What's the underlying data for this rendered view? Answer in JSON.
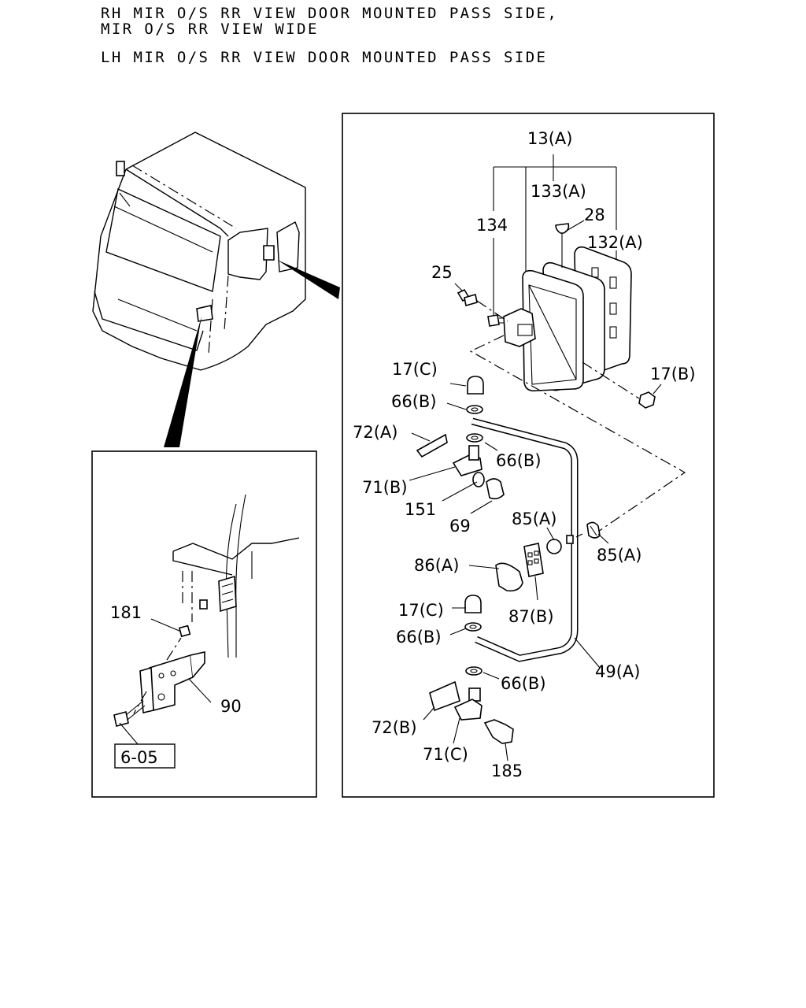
{
  "header": {
    "line1": "RH MIR O/S RR VIEW DOOR MOUNTED PASS SIDE,",
    "line2": "MIR O/S RR VIEW WIDE",
    "line3": "LH MIR O/S RR VIEW DOOR MOUNTED PASS SIDE"
  },
  "callouts": {
    "p13a": "13(A)",
    "p133a": "133(A)",
    "p134": "134",
    "p28": "28",
    "p132a": "132(A)",
    "p25": "25",
    "p17b": "17(B)",
    "p17c_top": "17(C)",
    "p66b_1": "66(B)",
    "p72a": "72(A)",
    "p66b_2": "66(B)",
    "p71b": "71(B)",
    "p151": "151",
    "p69": "69",
    "p85a_1": "85(A)",
    "p85a_2": "85(A)",
    "p86a": "86(A)",
    "p17c_bot": "17(C)",
    "p87b": "87(B)",
    "p66b_3": "66(B)",
    "p49a": "49(A)",
    "p66b_4": "66(B)",
    "p72b": "72(B)",
    "p71c": "71(C)",
    "p185": "185",
    "p181": "181",
    "p90": "90",
    "ref605": "6-05"
  }
}
